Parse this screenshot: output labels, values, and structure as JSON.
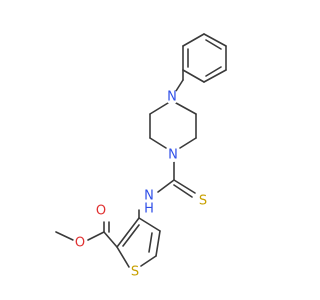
{
  "atoms": {
    "n_piperazine_top": {
      "label": "N",
      "color": "#3050e8"
    },
    "n_piperazine_bottom": {
      "label": "N",
      "color": "#3050e8"
    },
    "n_amide": {
      "label": "N",
      "color": "#3050e8"
    },
    "h_amide": {
      "label": "H",
      "color": "#3050e8"
    },
    "s_thione": {
      "label": "S",
      "color": "#c8a000"
    },
    "s_thiophene": {
      "label": "S",
      "color": "#c8a000"
    },
    "o_carbonyl": {
      "label": "O",
      "color": "#e03030"
    },
    "o_ester": {
      "label": "O",
      "color": "#e03030"
    }
  }
}
